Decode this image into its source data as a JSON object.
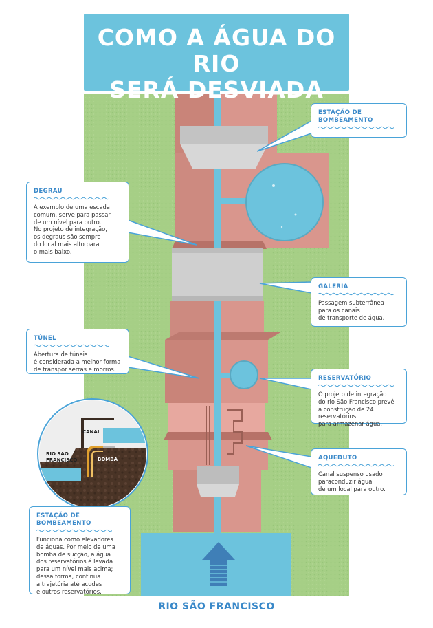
{
  "title": {
    "line1": "COMO A ÁGUA DO RIO",
    "line2": "SERÁ DESVIADA"
  },
  "callouts": {
    "estacao_top": {
      "title_line1": "ESTAÇÃO DE",
      "title_line2": "BOMBEAMENTO"
    },
    "degrau": {
      "title": "DEGRAU",
      "lines": [
        "A exemplo de uma escada",
        "comum, serve para passar",
        "de um nível para outro.",
        "No projeto de integração,",
        "os degraus são sempre",
        "do local mais alto para",
        "o mais baixo."
      ]
    },
    "galeria": {
      "title": "GALERIA",
      "lines": [
        "Passagem subterrânea",
        "para os canais",
        "de transporte de água."
      ]
    },
    "tunel": {
      "title": "TÚNEL",
      "lines": [
        "Abertura de túneis",
        "é considerada a melhor forma",
        "de transpor serras e morros."
      ]
    },
    "reservatorio": {
      "title": "RESERVATÓRIO",
      "lines": [
        "O projeto de integração",
        "do rio São Francisco prevê",
        "a construção de 24 reservatórios",
        "para armazenar água."
      ]
    },
    "aqueduto": {
      "title": "AQUEDUTO",
      "lines": [
        "Canal suspenso usado",
        "paraconduzir água",
        "de um local para outro."
      ]
    },
    "estacao_bottom": {
      "title_line1": "ESTAÇÃO DE",
      "title_line2": "BOMBEAMENTO",
      "lines": [
        "Funciona como elevadores",
        "de águas. Por meio de uma",
        "bomba de sucção, a água",
        "dos reservatórios é levada",
        "para um nível mais acima;",
        "dessa forma, continua",
        "a trajetória até açudes",
        "e outros reservatórios."
      ]
    }
  },
  "inset": {
    "canal": "CANAL",
    "rio_line1": "RIO SÃO",
    "rio_line2": "FRANCISCO",
    "bomba": "BOMBA"
  },
  "bottom_label": "RIO SÃO FRANCISCO",
  "colors": {
    "water": "#6cc3dd",
    "grass": "#a9d08a",
    "terrain": "#d9968d",
    "structure_gray": "#cfcfcf",
    "accent_blue": "#3a89c9",
    "soil": "#4a3426"
  }
}
